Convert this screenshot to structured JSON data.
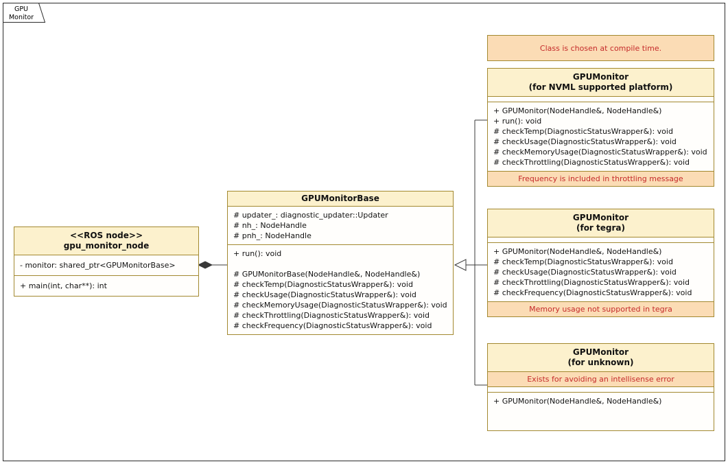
{
  "frame": {
    "label_line1": "GPU",
    "label_line2": "Monitor"
  },
  "colors": {
    "border": "#a2882f",
    "line": "#383838",
    "class_header_bg": "#fcf1cd",
    "class_body_bg": "#fffefc",
    "note_bg": "#fbdcb5",
    "note_text": "#c52a2a",
    "frame_border": "#2a2a2a"
  },
  "notes": {
    "compile_time": "Class is chosen at compile time.",
    "throttling": "Frequency is included in throttling message",
    "tegra_memory": "Memory usage not supported in tegra",
    "intellisense": "Exists for avoiding an intellisense error"
  },
  "classes": {
    "ros_node": {
      "stereotype": "<<ROS node>>",
      "name": "gpu_monitor_node",
      "attributes": [
        "- monitor: shared_ptr<GPUMonitorBase>"
      ],
      "methods": [
        "+ main(int, char**): int"
      ]
    },
    "base": {
      "name": "GPUMonitorBase",
      "attributes": [
        "# updater_: diagnostic_updater::Updater",
        "# nh_: NodeHandle",
        "# pnh_: NodeHandle"
      ],
      "methods": [
        "+ run(): void",
        "",
        "# GPUMonitorBase(NodeHandle&, NodeHandle&)",
        "# checkTemp(DiagnosticStatusWrapper&): void",
        "# checkUsage(DiagnosticStatusWrapper&): void",
        "# checkMemoryUsage(DiagnosticStatusWrapper&): void",
        "# checkThrottling(DiagnosticStatusWrapper&): void",
        "# checkFrequency(DiagnosticStatusWrapper&): void"
      ]
    },
    "nvml": {
      "name": "GPUMonitor",
      "subtitle": "(for NVML supported platform)",
      "methods": [
        "+ GPUMonitor(NodeHandle&, NodeHandle&)",
        "+ run(): void",
        "# checkTemp(DiagnosticStatusWrapper&): void",
        "# checkUsage(DiagnosticStatusWrapper&): void",
        "# checkMemoryUsage(DiagnosticStatusWrapper&): void",
        "# checkThrottling(DiagnosticStatusWrapper&): void"
      ]
    },
    "tegra": {
      "name": "GPUMonitor",
      "subtitle": "(for tegra)",
      "methods": [
        "+ GPUMonitor(NodeHandle&, NodeHandle&)",
        "# checkTemp(DiagnosticStatusWrapper&): void",
        "# checkUsage(DiagnosticStatusWrapper&): void",
        "# checkThrottling(DiagnosticStatusWrapper&): void",
        "# checkFrequency(DiagnosticStatusWrapper&): void"
      ]
    },
    "unknown": {
      "name": "GPUMonitor",
      "subtitle": "(for unknown)",
      "methods": [
        "+ GPUMonitor(NodeHandle&, NodeHandle&)"
      ]
    }
  }
}
